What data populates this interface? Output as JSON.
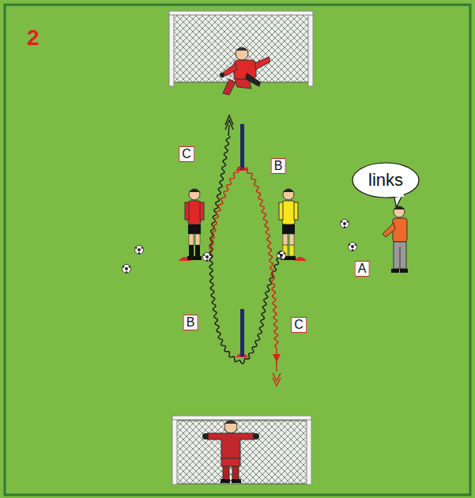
{
  "diagram": {
    "nodes": [
      {
        "text": [
          "C"
        ]
      },
      {
        "text": [
          "B"
        ]
      },
      {
        "text": [
          "links"
        ]
      },
      {
        "text": [
          "A"
        ]
      },
      {
        "text": [
          "B"
        ]
      },
      {
        "text": [
          "C"
        ]
      }
    ],
    "labels": [
      "2"
    ]
  }
}
